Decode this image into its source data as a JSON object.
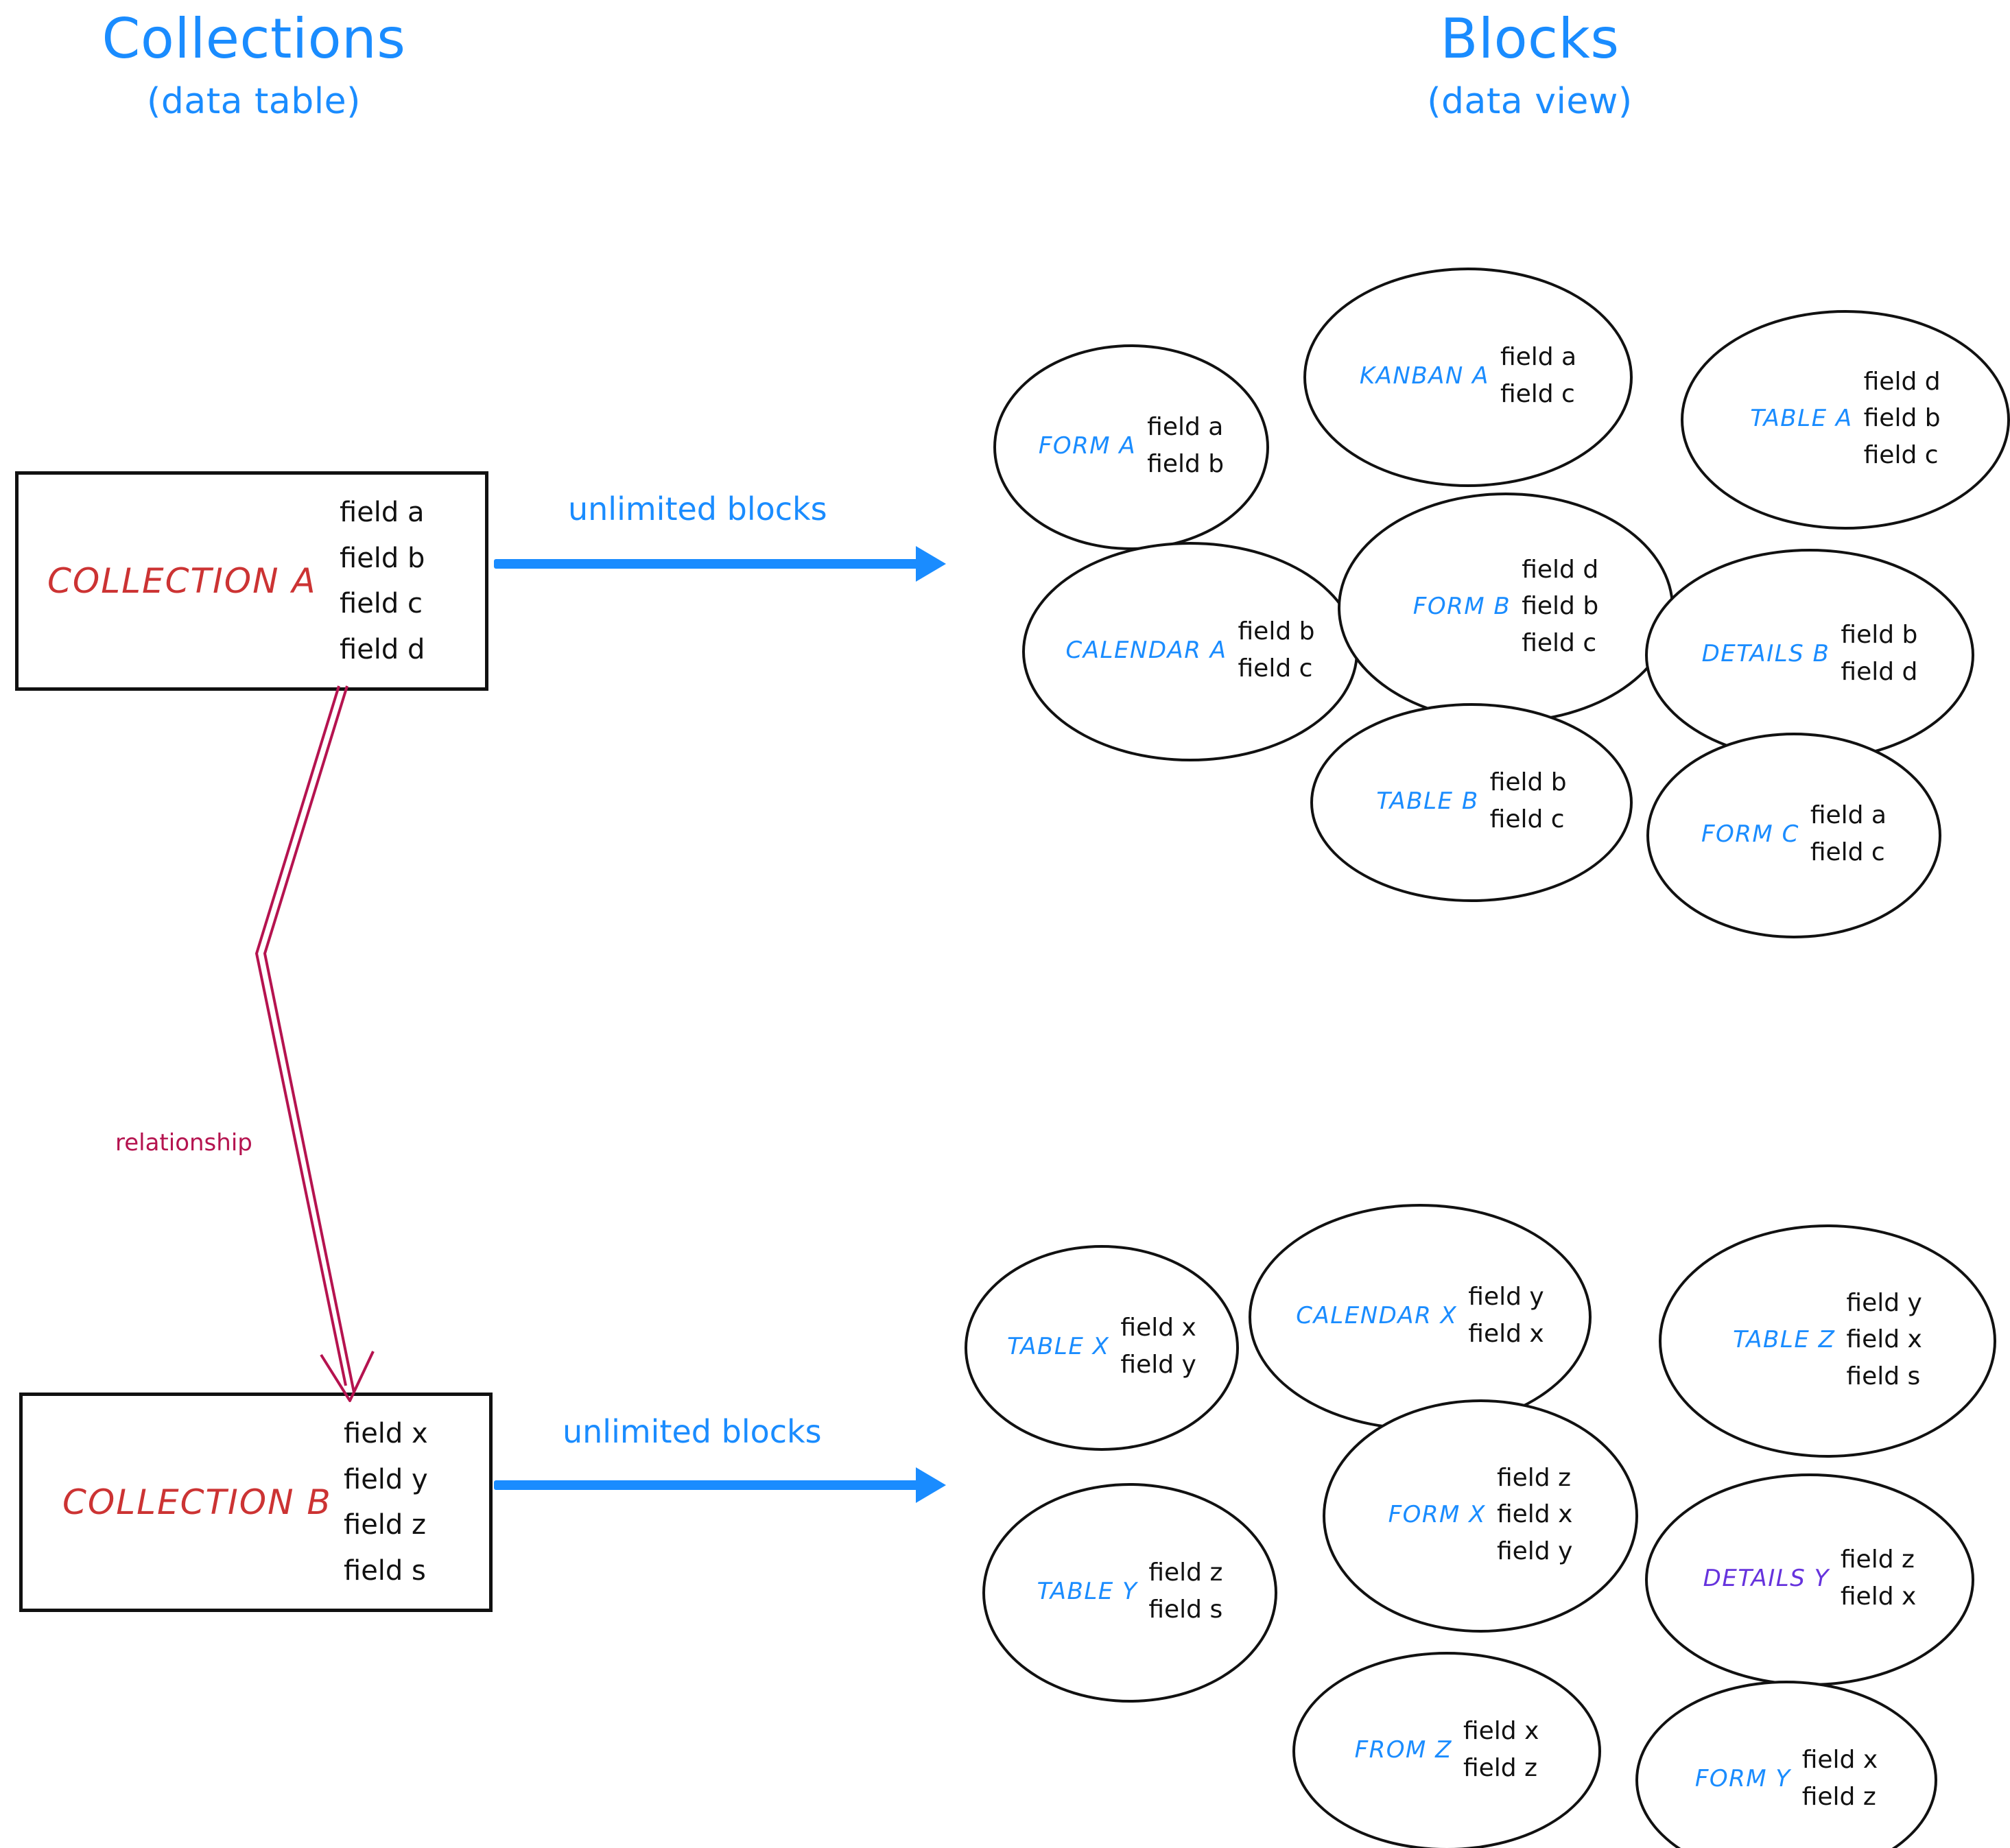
{
  "headings": {
    "left": {
      "main": "Collections",
      "sub": "(data table)"
    },
    "right": {
      "main": "Blocks",
      "sub": "(data view)"
    }
  },
  "colors": {
    "accent_blue": "#1a8cff",
    "collection_red": "#cc3333",
    "relationship_crimson": "#b5134f",
    "details_purple": "#6633dd",
    "ink_black": "#111111",
    "background": "#ffffff"
  },
  "collections": [
    {
      "name": "COLLECTION A",
      "fields": [
        "field a",
        "field b",
        "field c",
        "field d"
      ],
      "arrow_label": "unlimited blocks"
    },
    {
      "name": "COLLECTION B",
      "fields": [
        "field x",
        "field y",
        "field z",
        "field s"
      ],
      "arrow_label": "unlimited blocks"
    }
  ],
  "relationship": {
    "label": "relationship"
  },
  "block_groups": [
    {
      "collection": "COLLECTION A",
      "blocks": [
        {
          "name": "FORM A",
          "fields": [
            "field a",
            "field b"
          ],
          "color": "blue"
        },
        {
          "name": "KANBAN A",
          "fields": [
            "field a",
            "field c"
          ],
          "color": "blue"
        },
        {
          "name": "TABLE A",
          "fields": [
            "field d",
            "field b",
            "field c"
          ],
          "color": "blue"
        },
        {
          "name": "CALENDAR A",
          "fields": [
            "field b",
            "field c"
          ],
          "color": "blue"
        },
        {
          "name": "FORM B",
          "fields": [
            "field d",
            "field b",
            "field c"
          ],
          "color": "blue"
        },
        {
          "name": "DETAILS B",
          "fields": [
            "field b",
            "field d"
          ],
          "color": "blue"
        },
        {
          "name": "TABLE B",
          "fields": [
            "field b",
            "field c"
          ],
          "color": "blue"
        },
        {
          "name": "FORM C",
          "fields": [
            "field a",
            "field c"
          ],
          "color": "blue"
        }
      ]
    },
    {
      "collection": "COLLECTION B",
      "blocks": [
        {
          "name": "TABLE X",
          "fields": [
            "field x",
            "field y"
          ],
          "color": "blue"
        },
        {
          "name": "CALENDAR X",
          "fields": [
            "field y",
            "field x"
          ],
          "color": "blue"
        },
        {
          "name": "TABLE Z",
          "fields": [
            "field y",
            "field x",
            "field s"
          ],
          "color": "blue"
        },
        {
          "name": "TABLE Y",
          "fields": [
            "field z",
            "field s"
          ],
          "color": "blue"
        },
        {
          "name": "FORM X",
          "fields": [
            "field z",
            "field x",
            "field y"
          ],
          "color": "blue"
        },
        {
          "name": "DETAILS Y",
          "fields": [
            "field z",
            "field x"
          ],
          "color": "purple"
        },
        {
          "name": "FROM Z",
          "fields": [
            "field x",
            "field z"
          ],
          "color": "blue"
        },
        {
          "name": "FORM Y",
          "fields": [
            "field x",
            "field z"
          ],
          "color": "blue"
        }
      ]
    }
  ]
}
